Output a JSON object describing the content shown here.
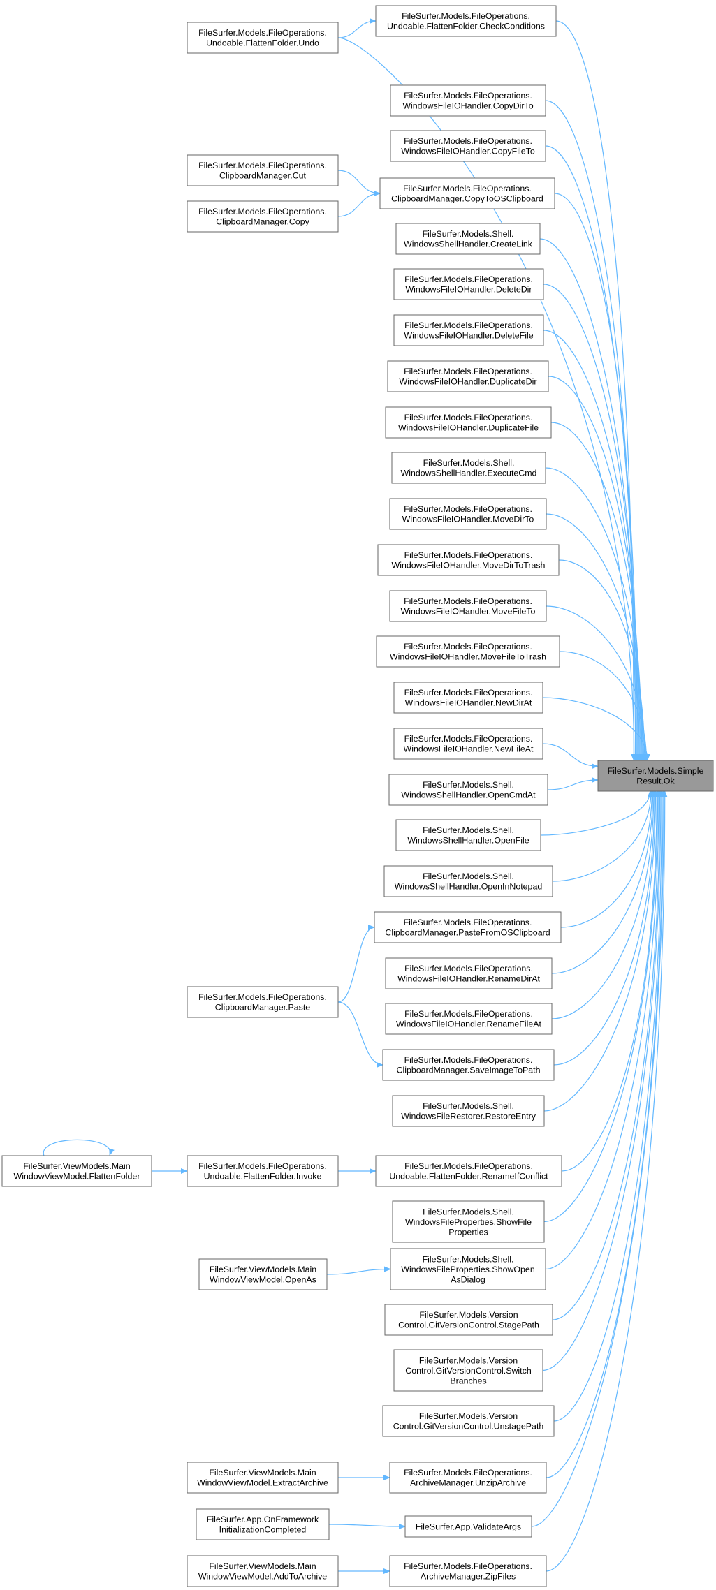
{
  "graph": {
    "target": {
      "id": "ok",
      "lines": [
        "FileSurfer.Models.Simple",
        "Result.Ok"
      ],
      "fill": "#999999",
      "stroke": "#666666"
    },
    "edge_color": "#63b8ff",
    "node_fill": "#ffffff",
    "node_stroke": "#666666",
    "nodes": [
      {
        "id": "fl_check",
        "lines": [
          "FileSurfer.Models.FileOperations.",
          "Undoable.FlattenFolder.CheckConditions"
        ]
      },
      {
        "id": "fl_undo",
        "lines": [
          "FileSurfer.Models.FileOperations.",
          "Undoable.FlattenFolder.Undo"
        ]
      },
      {
        "id": "copydir",
        "lines": [
          "FileSurfer.Models.FileOperations.",
          "WindowsFileIOHandler.CopyDirTo"
        ]
      },
      {
        "id": "copyfile",
        "lines": [
          "FileSurfer.Models.FileOperations.",
          "WindowsFileIOHandler.CopyFileTo"
        ]
      },
      {
        "id": "cb_cut",
        "lines": [
          "FileSurfer.Models.FileOperations.",
          "ClipboardManager.Cut"
        ]
      },
      {
        "id": "cb_toos",
        "lines": [
          "FileSurfer.Models.FileOperations.",
          "ClipboardManager.CopyToOSClipboard"
        ]
      },
      {
        "id": "cb_copy",
        "lines": [
          "FileSurfer.Models.FileOperations.",
          "ClipboardManager.Copy"
        ]
      },
      {
        "id": "createlink",
        "lines": [
          "FileSurfer.Models.Shell.",
          "WindowsShellHandler.CreateLink"
        ]
      },
      {
        "id": "deletedir",
        "lines": [
          "FileSurfer.Models.FileOperations.",
          "WindowsFileIOHandler.DeleteDir"
        ]
      },
      {
        "id": "deletefile",
        "lines": [
          "FileSurfer.Models.FileOperations.",
          "WindowsFileIOHandler.DeleteFile"
        ]
      },
      {
        "id": "dupdir",
        "lines": [
          "FileSurfer.Models.FileOperations.",
          "WindowsFileIOHandler.DuplicateDir"
        ]
      },
      {
        "id": "dupfile",
        "lines": [
          "FileSurfer.Models.FileOperations.",
          "WindowsFileIOHandler.DuplicateFile"
        ]
      },
      {
        "id": "execcmd",
        "lines": [
          "FileSurfer.Models.Shell.",
          "WindowsShellHandler.ExecuteCmd"
        ]
      },
      {
        "id": "movedir",
        "lines": [
          "FileSurfer.Models.FileOperations.",
          "WindowsFileIOHandler.MoveDirTo"
        ]
      },
      {
        "id": "movedirtrash",
        "lines": [
          "FileSurfer.Models.FileOperations.",
          "WindowsFileIOHandler.MoveDirToTrash"
        ]
      },
      {
        "id": "movefile",
        "lines": [
          "FileSurfer.Models.FileOperations.",
          "WindowsFileIOHandler.MoveFileTo"
        ]
      },
      {
        "id": "movefiletrash",
        "lines": [
          "FileSurfer.Models.FileOperations.",
          "WindowsFileIOHandler.MoveFileToTrash"
        ]
      },
      {
        "id": "newdir",
        "lines": [
          "FileSurfer.Models.FileOperations.",
          "WindowsFileIOHandler.NewDirAt"
        ]
      },
      {
        "id": "newfile",
        "lines": [
          "FileSurfer.Models.FileOperations.",
          "WindowsFileIOHandler.NewFileAt"
        ]
      },
      {
        "id": "opencmd",
        "lines": [
          "FileSurfer.Models.Shell.",
          "WindowsShellHandler.OpenCmdAt"
        ]
      },
      {
        "id": "openfile",
        "lines": [
          "FileSurfer.Models.Shell.",
          "WindowsShellHandler.OpenFile"
        ]
      },
      {
        "id": "opennotepad",
        "lines": [
          "FileSurfer.Models.Shell.",
          "WindowsShellHandler.OpenInNotepad"
        ]
      },
      {
        "id": "cb_pastefrom",
        "lines": [
          "FileSurfer.Models.FileOperations.",
          "ClipboardManager.PasteFromOSClipboard"
        ]
      },
      {
        "id": "cb_paste",
        "lines": [
          "FileSurfer.Models.FileOperations.",
          "ClipboardManager.Paste"
        ]
      },
      {
        "id": "renamedir",
        "lines": [
          "FileSurfer.Models.FileOperations.",
          "WindowsFileIOHandler.RenameDirAt"
        ]
      },
      {
        "id": "renamefile",
        "lines": [
          "FileSurfer.Models.FileOperations.",
          "WindowsFileIOHandler.RenameFileAt"
        ]
      },
      {
        "id": "cb_saveimg",
        "lines": [
          "FileSurfer.Models.FileOperations.",
          "ClipboardManager.SaveImageToPath"
        ]
      },
      {
        "id": "restore",
        "lines": [
          "FileSurfer.Models.Shell.",
          "WindowsFileRestorer.RestoreEntry"
        ]
      },
      {
        "id": "vm_flatten",
        "lines": [
          "FileSurfer.ViewModels.Main",
          "WindowViewModel.FlattenFolder"
        ]
      },
      {
        "id": "fl_invoke",
        "lines": [
          "FileSurfer.Models.FileOperations.",
          "Undoable.FlattenFolder.Invoke"
        ]
      },
      {
        "id": "fl_rename",
        "lines": [
          "FileSurfer.Models.FileOperations.",
          "Undoable.FlattenFolder.RenameIfConflict"
        ]
      },
      {
        "id": "showprops",
        "lines": [
          "FileSurfer.Models.Shell.",
          "WindowsFileProperties.ShowFile",
          "Properties"
        ]
      },
      {
        "id": "vm_openas",
        "lines": [
          "FileSurfer.ViewModels.Main",
          "WindowViewModel.OpenAs"
        ]
      },
      {
        "id": "showopenas",
        "lines": [
          "FileSurfer.Models.Shell.",
          "WindowsFileProperties.ShowOpen",
          "AsDialog"
        ]
      },
      {
        "id": "stage",
        "lines": [
          "FileSurfer.Models.Version",
          "Control.GitVersionControl.StagePath"
        ]
      },
      {
        "id": "switch",
        "lines": [
          "FileSurfer.Models.Version",
          "Control.GitVersionControl.Switch",
          "Branches"
        ]
      },
      {
        "id": "unstage",
        "lines": [
          "FileSurfer.Models.Version",
          "Control.GitVersionControl.UnstagePath"
        ]
      },
      {
        "id": "vm_extract",
        "lines": [
          "FileSurfer.ViewModels.Main",
          "WindowViewModel.ExtractArchive"
        ]
      },
      {
        "id": "unzip",
        "lines": [
          "FileSurfer.Models.FileOperations.",
          "ArchiveManager.UnzipArchive"
        ]
      },
      {
        "id": "app_init",
        "lines": [
          "FileSurfer.App.OnFramework",
          "InitializationCompleted"
        ]
      },
      {
        "id": "validate",
        "lines": [
          "FileSurfer.App.ValidateArgs"
        ]
      },
      {
        "id": "vm_addarchive",
        "lines": [
          "FileSurfer.ViewModels.Main",
          "WindowViewModel.AddToArchive"
        ]
      },
      {
        "id": "zip",
        "lines": [
          "FileSurfer.Models.FileOperations.",
          "ArchiveManager.ZipFiles"
        ]
      }
    ],
    "edges": [
      [
        "fl_check",
        "ok"
      ],
      [
        "fl_undo",
        "ok"
      ],
      [
        "copydir",
        "ok"
      ],
      [
        "copyfile",
        "ok"
      ],
      [
        "cb_toos",
        "ok"
      ],
      [
        "createlink",
        "ok"
      ],
      [
        "deletedir",
        "ok"
      ],
      [
        "deletefile",
        "ok"
      ],
      [
        "dupdir",
        "ok"
      ],
      [
        "dupfile",
        "ok"
      ],
      [
        "execcmd",
        "ok"
      ],
      [
        "movedir",
        "ok"
      ],
      [
        "movedirtrash",
        "ok"
      ],
      [
        "movefile",
        "ok"
      ],
      [
        "movefiletrash",
        "ok"
      ],
      [
        "newdir",
        "ok"
      ],
      [
        "newfile",
        "ok"
      ],
      [
        "opencmd",
        "ok"
      ],
      [
        "openfile",
        "ok"
      ],
      [
        "opennotepad",
        "ok"
      ],
      [
        "cb_pastefrom",
        "ok"
      ],
      [
        "renamedir",
        "ok"
      ],
      [
        "renamefile",
        "ok"
      ],
      [
        "cb_saveimg",
        "ok"
      ],
      [
        "restore",
        "ok"
      ],
      [
        "fl_rename",
        "ok"
      ],
      [
        "showprops",
        "ok"
      ],
      [
        "showopenas",
        "ok"
      ],
      [
        "stage",
        "ok"
      ],
      [
        "switch",
        "ok"
      ],
      [
        "unstage",
        "ok"
      ],
      [
        "unzip",
        "ok"
      ],
      [
        "validate",
        "ok"
      ],
      [
        "zip",
        "ok"
      ],
      [
        "fl_undo",
        "fl_check"
      ],
      [
        "cb_cut",
        "cb_toos"
      ],
      [
        "cb_copy",
        "cb_toos"
      ],
      [
        "cb_paste",
        "cb_pastefrom"
      ],
      [
        "cb_paste",
        "cb_saveimg"
      ],
      [
        "vm_flatten",
        "fl_invoke"
      ],
      [
        "fl_invoke",
        "fl_rename"
      ],
      [
        "vm_flatten",
        "vm_flatten"
      ],
      [
        "vm_openas",
        "showopenas"
      ],
      [
        "vm_extract",
        "unzip"
      ],
      [
        "app_init",
        "validate"
      ],
      [
        "vm_addarchive",
        "zip"
      ]
    ]
  }
}
